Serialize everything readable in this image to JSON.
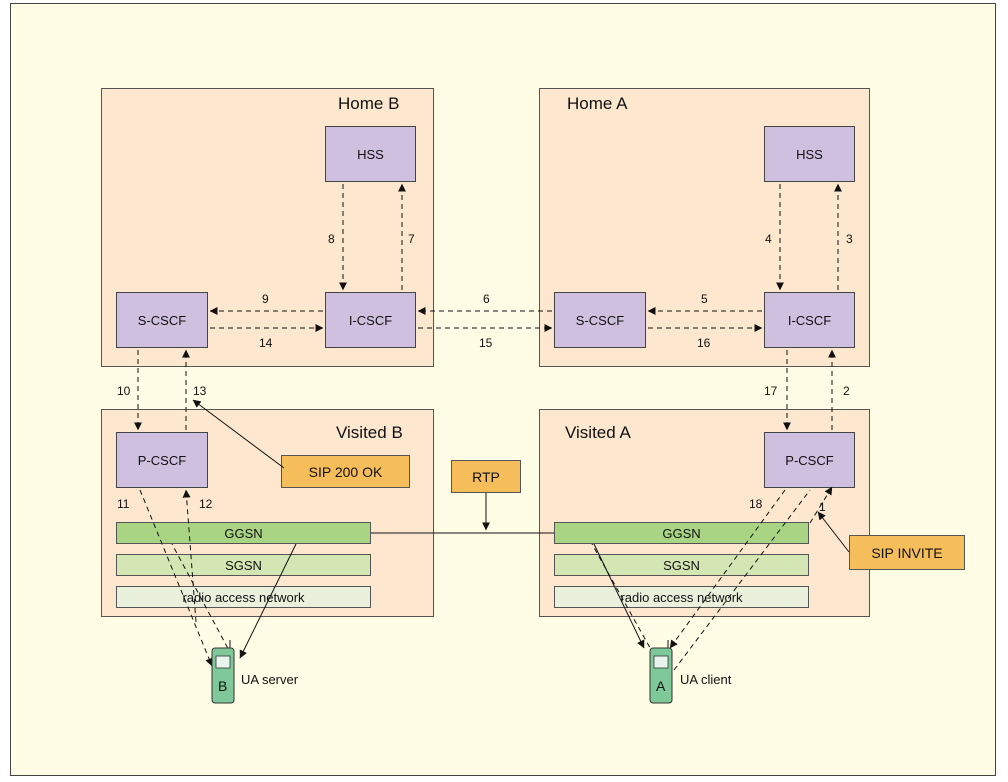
{
  "regions": {
    "home_b": "Home B",
    "home_a": "Home A",
    "visited_b": "Visited B",
    "visited_a": "Visited A"
  },
  "nodes": {
    "hss_b": "HSS",
    "hss_a": "HSS",
    "scscf_b": "S-CSCF",
    "icscf_b": "I-CSCF",
    "scscf_a": "S-CSCF",
    "icscf_a": "I-CSCF",
    "pcscf_b": "P-CSCF",
    "pcscf_a": "P-CSCF"
  },
  "bars": {
    "ggsn_b": "GGSN",
    "sgsn_b": "SGSN",
    "ran_b": "radio access network",
    "ggsn_a": "GGSN",
    "sgsn_a": "SGSN",
    "ran_a": "radio access network"
  },
  "notes": {
    "sip_200_ok": "SIP 200 OK",
    "rtp": "RTP",
    "sip_invite": "SIP INVITE"
  },
  "steps": {
    "s1": "1",
    "s2": "2",
    "s3": "3",
    "s4": "4",
    "s5": "5",
    "s6": "6",
    "s7": "7",
    "s8": "8",
    "s9": "9",
    "s10": "10",
    "s11": "11",
    "s12": "12",
    "s13": "13",
    "s14": "14",
    "s15": "15",
    "s16": "16",
    "s17": "17",
    "s18": "18"
  },
  "devices": {
    "b_letter": "B",
    "a_letter": "A",
    "b_label": "UA server",
    "a_label": "UA client"
  },
  "colors": {
    "region_fill": "#fde8cf",
    "node_fill": "#cfc0e0",
    "ggsn_fill": "#a9d483",
    "sgsn_fill": "#d3e6b3",
    "ran_fill": "#e9f1dc",
    "note_fill": "#f6bd5b",
    "phone_fill": "#7ec89a"
  }
}
